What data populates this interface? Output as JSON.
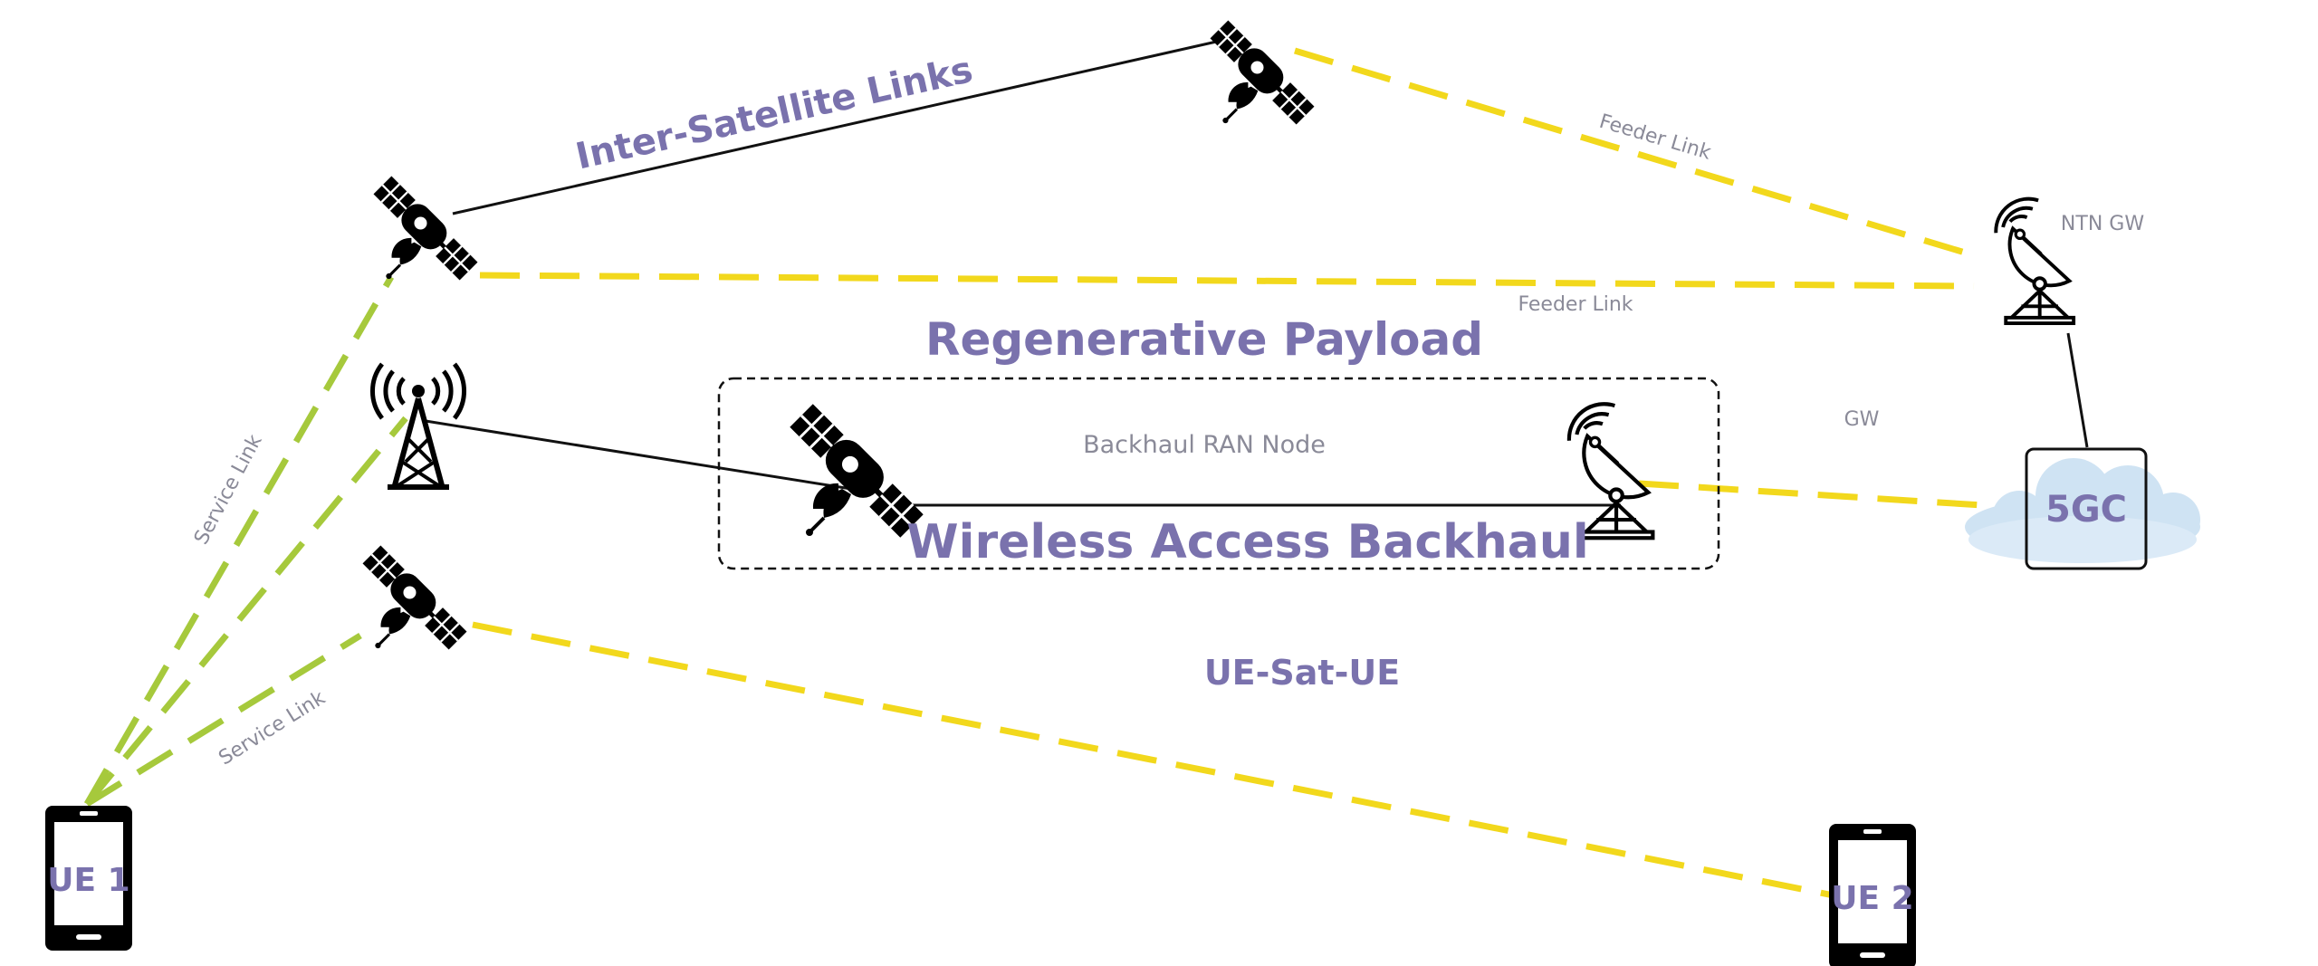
{
  "labels": {
    "inter_satellite_links": "Inter-Satellite Links",
    "feeder_link_top": "Feeder Link",
    "feeder_link_mid": "Feeder Link",
    "ntn_gw": "NTN GW",
    "regenerative_payload": "Regenerative Payload",
    "backhaul_ran_node": "Backhaul RAN Node",
    "wireless_access_backhaul": "Wireless Access Backhaul",
    "gw": "GW",
    "core": "5GC",
    "service_link_left": "Service Link",
    "service_link_lower": "Service Link",
    "ue_sat_ue": "UE-Sat-UE",
    "ue1": "UE 1",
    "ue2": "UE 2"
  },
  "colors": {
    "label_purple": "#7a72ad",
    "label_gray": "#8a8a98",
    "feeder_link": "#f2d81c",
    "service_link": "#a6c93c",
    "isl_link": "#111111",
    "cloud": "#cfe3f3"
  },
  "icons": {
    "satellite": "satellite-icon",
    "dish": "satellite-dish-icon",
    "tower": "cell-tower-icon",
    "phone": "smartphone-icon",
    "cloud": "cloud-icon"
  }
}
